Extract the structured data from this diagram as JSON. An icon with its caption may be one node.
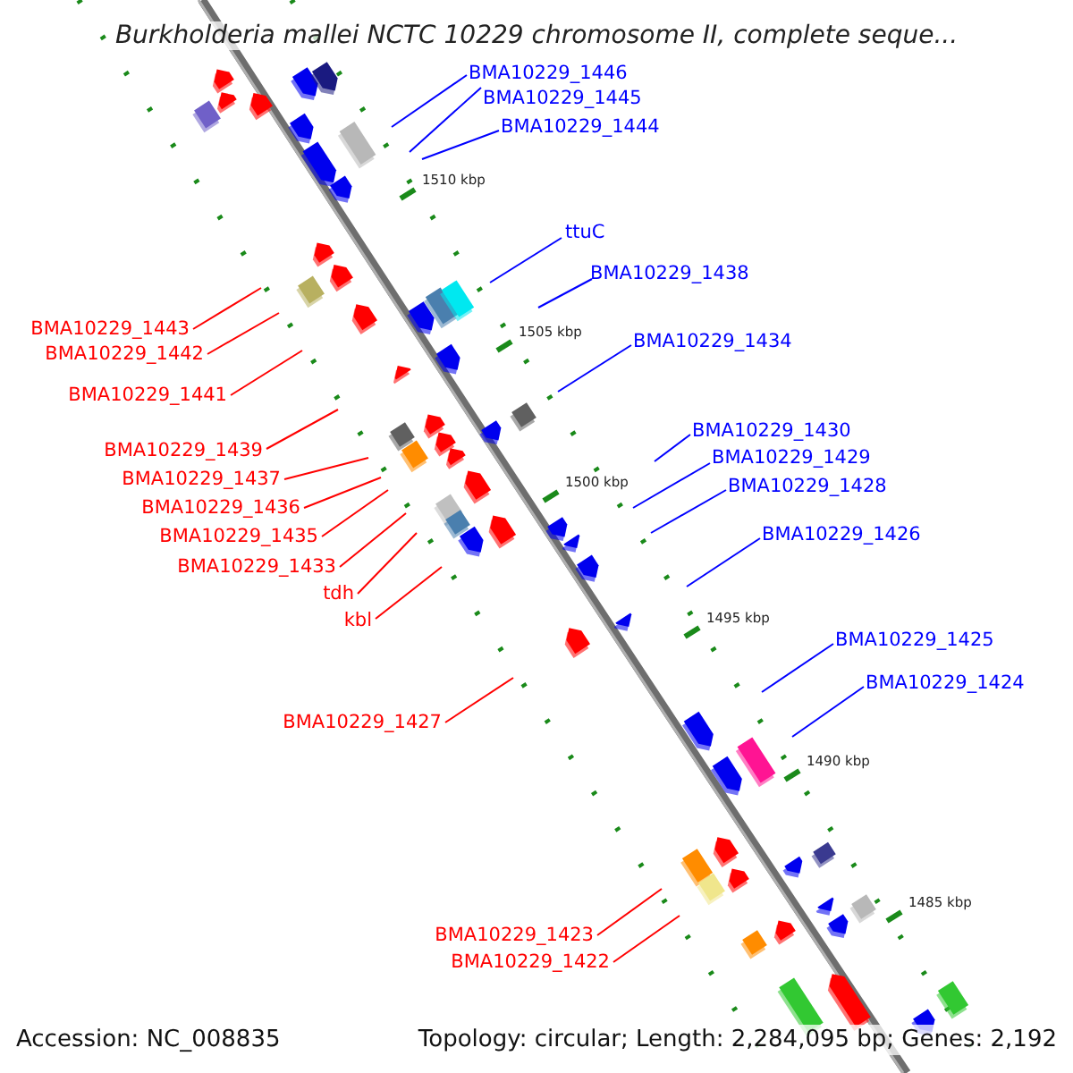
{
  "diagram": {
    "title": "Burkholderia mallei NCTC 10229 chromosome II, complete seque...",
    "nodes": [
      {
        "text": [
          "BMA10229_1446"
        ]
      },
      {
        "text": [
          "BMA10229_1445"
        ]
      },
      {
        "text": [
          "BMA10229_1444"
        ]
      },
      {
        "text": [
          "ttuC"
        ]
      },
      {
        "text": [
          "BMA10229_1438"
        ]
      },
      {
        "text": [
          "BMA10229_1443"
        ]
      },
      {
        "text": [
          "BMA10229_1434"
        ]
      },
      {
        "text": [
          "BMA10229_1442"
        ]
      },
      {
        "text": [
          "BMA10229_1441"
        ]
      },
      {
        "text": [
          "BMA10229_1430"
        ]
      },
      {
        "text": [
          "BMA10229_1439"
        ]
      },
      {
        "text": [
          "BMA10229_1429"
        ]
      },
      {
        "text": [
          "BMA10229_1437"
        ]
      },
      {
        "text": [
          "BMA10229_1428"
        ]
      },
      {
        "text": [
          "BMA10229_1436"
        ]
      },
      {
        "text": [
          "BMA10229_1426"
        ]
      },
      {
        "text": [
          "BMA10229_1435"
        ]
      },
      {
        "text": [
          "BMA10229_1433"
        ]
      },
      {
        "text": [
          "tdh"
        ]
      },
      {
        "text": [
          "kbl"
        ]
      },
      {
        "text": [
          "BMA10229_1425"
        ]
      },
      {
        "text": [
          "BMA10229_1424"
        ]
      },
      {
        "text": [
          "BMA10229_1427"
        ]
      },
      {
        "text": [
          "BMA10229_1423"
        ]
      },
      {
        "text": [
          "BMA10229_1422"
        ]
      }
    ],
    "edges": [
      {
        "from": 0,
        "to": null,
        "arrow": "none",
        "color": "#0000ff"
      },
      {
        "from": 1,
        "to": null,
        "arrow": "none",
        "color": "#0000ff"
      },
      {
        "from": 2,
        "to": null,
        "arrow": "none",
        "color": "#0000ff"
      },
      {
        "from": 3,
        "to": null,
        "arrow": "none",
        "color": "#0000ff"
      },
      {
        "from": 4,
        "to": null,
        "arrow": "none",
        "color": "#0000ff"
      },
      {
        "from": 5,
        "to": null,
        "arrow": "none"
      },
      {
        "from": 6,
        "to": null,
        "arrow": "none",
        "color": "#0000ff"
      },
      {
        "from": 7,
        "to": null,
        "arrow": "none"
      },
      {
        "from": 8,
        "to": null,
        "arrow": "none"
      },
      {
        "from": 9,
        "to": null,
        "arrow": "none",
        "color": "#0000ff"
      },
      {
        "from": 10,
        "to": null,
        "arrow": "none"
      },
      {
        "from": 11,
        "to": null,
        "arrow": "none",
        "color": "#0000ff"
      },
      {
        "from": 12,
        "to": null,
        "arrow": "none"
      },
      {
        "from": 13,
        "to": null,
        "arrow": "none",
        "color": "#0000ff"
      },
      {
        "from": 14,
        "to": null,
        "arrow": "none"
      },
      {
        "from": 15,
        "to": null,
        "arrow": "none",
        "color": "#0000ff"
      },
      {
        "from": 16,
        "to": null,
        "arrow": "none"
      },
      {
        "from": 17,
        "to": null,
        "arrow": "none"
      },
      {
        "from": 18,
        "to": null,
        "arrow": "none"
      },
      {
        "from": 19,
        "to": null,
        "arrow": "none"
      },
      {
        "from": 20,
        "to": null,
        "arrow": "none",
        "color": "#0000ff"
      },
      {
        "from": 21,
        "to": null,
        "arrow": "none",
        "color": "#0000ff"
      },
      {
        "from": 22,
        "to": null,
        "arrow": "none"
      },
      {
        "from": 23,
        "to": null,
        "arrow": "none"
      },
      {
        "from": 24,
        "to": null,
        "arrow": "none"
      }
    ],
    "labels": [
      "1510 kbp",
      "1505 kbp",
      "1500 kbp",
      "1495 kbp",
      "1490 kbp",
      "1485 kbp",
      "Accession: NC_008835",
      "Topology: circular; Length: 2,284,095 bp; Genes: 2,192"
    ]
  }
}
